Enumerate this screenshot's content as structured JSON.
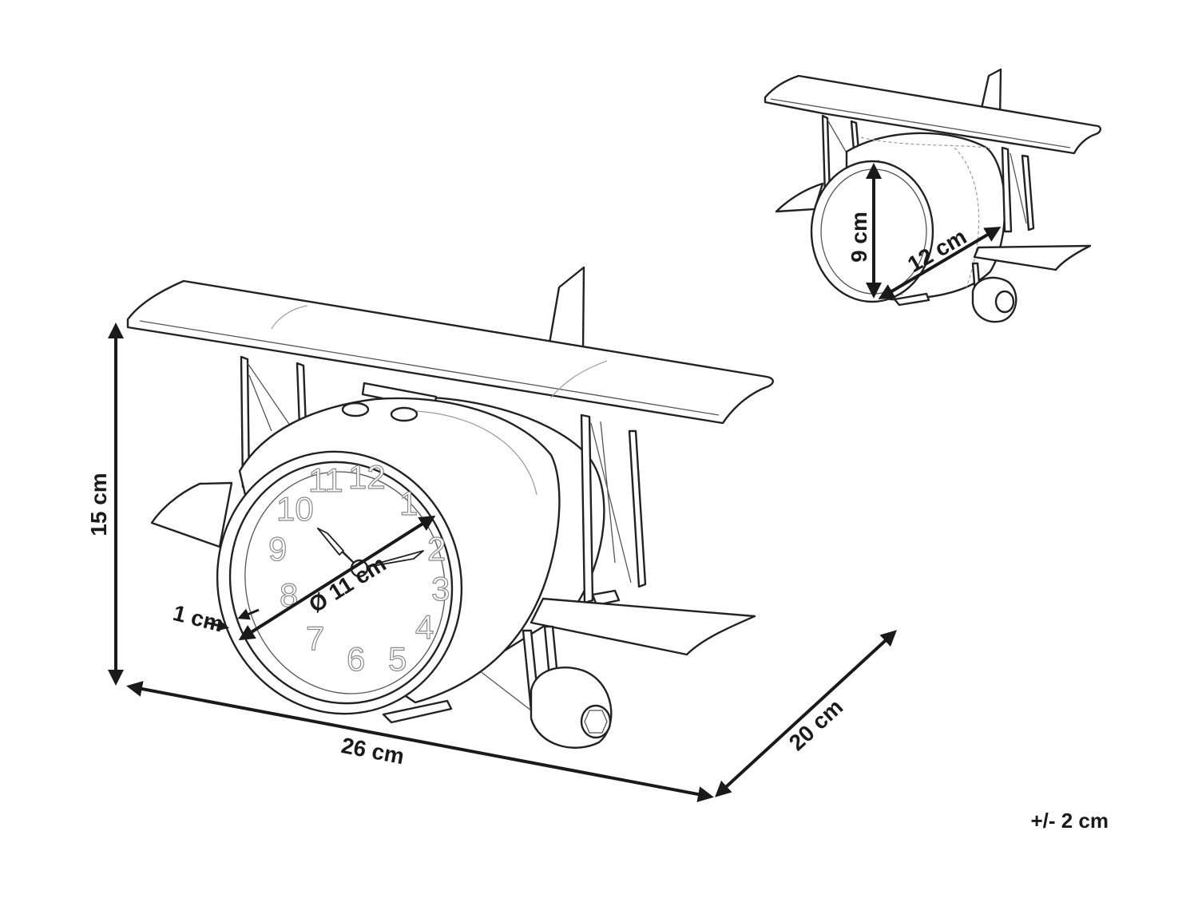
{
  "dimensions": {
    "height": "15 cm",
    "width": "26 cm",
    "depth": "20 cm",
    "clock_diameter": "Ø 11 cm",
    "rim_thickness": "1 cm",
    "side_height": "9 cm",
    "side_depth": "12 cm"
  },
  "tolerance": "+/- 2 cm",
  "clock_face": {
    "numerals": [
      "12",
      "1",
      "2",
      "3",
      "4",
      "5",
      "6",
      "7",
      "8",
      "9",
      "10",
      "11"
    ]
  },
  "colors": {
    "line": "#222222",
    "fill": "#ffffff",
    "numeral_stroke": "#8a8a8a"
  }
}
